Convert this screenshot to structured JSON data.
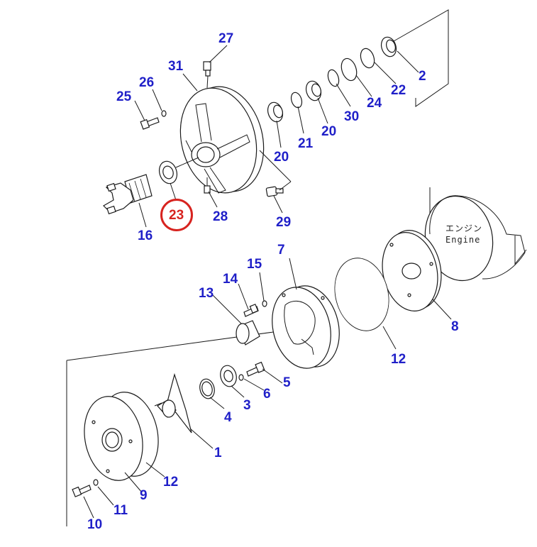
{
  "diagram": {
    "highlight_color": "#d7231f",
    "label_color": "#1f1fc8",
    "highlighted_part": "23",
    "engine_text_jp": "エンジン",
    "engine_text_en": "Engine",
    "labels": {
      "p27": "27",
      "p31": "31",
      "p26": "26",
      "p25": "25",
      "p2": "2",
      "p22": "22",
      "p24": "24",
      "p30": "30",
      "p20a": "20",
      "p21": "21",
      "p20b": "20",
      "p16": "16",
      "p23": "23",
      "p28": "28",
      "p29": "29",
      "p7": "7",
      "p15": "15",
      "p14": "14",
      "p13": "13",
      "p8": "8",
      "p12a": "12",
      "p5": "5",
      "p6": "6",
      "p3": "3",
      "p4": "4",
      "p1": "1",
      "p12b": "12",
      "p9": "9",
      "p11": "11",
      "p10": "10"
    }
  }
}
